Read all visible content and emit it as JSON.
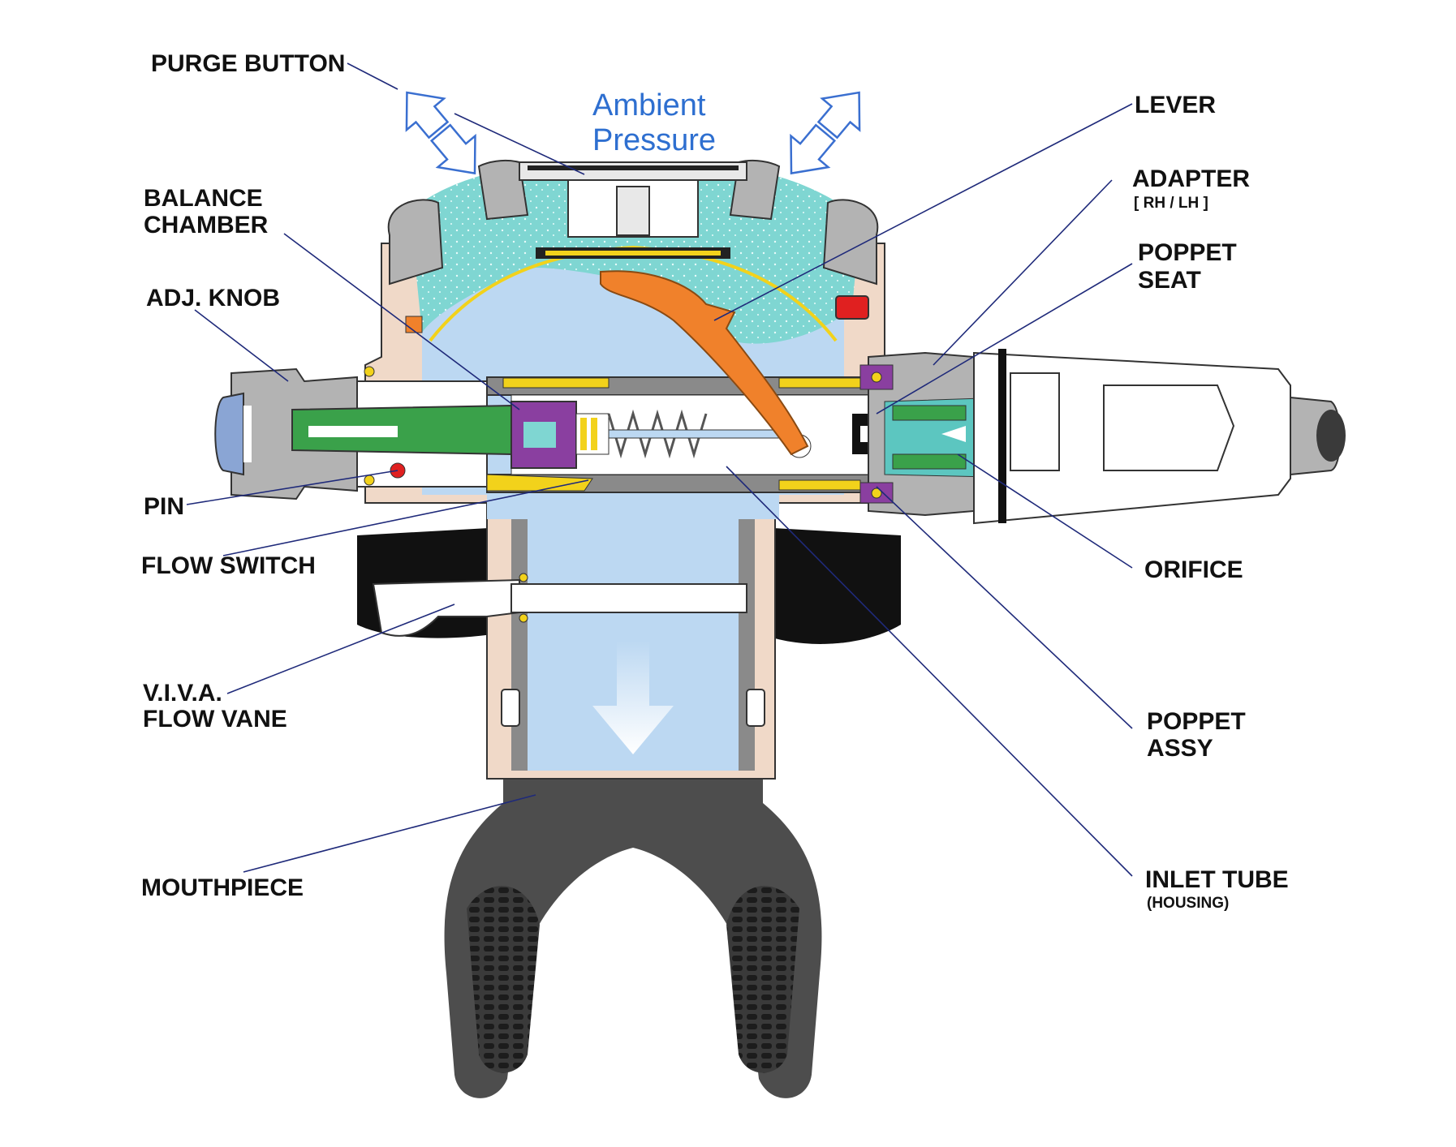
{
  "ambient": {
    "line1": "Ambient",
    "line2": "Pressure"
  },
  "labels": {
    "purge_button": "PURGE BUTTON",
    "balance_chamber_1": "BALANCE",
    "balance_chamber_2": "CHAMBER",
    "adj_knob": "ADJ. KNOB",
    "pin": "PIN",
    "flow_switch": "FLOW SWITCH",
    "viva_1": "V.I.V.A.",
    "viva_2": "FLOW VANE",
    "mouthpiece": "MOUTHPIECE",
    "lever": "LEVER",
    "adapter": "ADAPTER",
    "adapter_sub": "[ RH / LH ]",
    "poppet_seat_1": "POPPET",
    "poppet_seat_2": "SEAT",
    "orifice": "ORIFICE",
    "poppet_assy_1": "POPPET",
    "poppet_assy_2": "ASSY",
    "inlet_tube": "INLET TUBE",
    "inlet_tube_sub": "(HOUSING)"
  },
  "colors": {
    "air": "#bcd8f2",
    "water": "#7fd6d2",
    "body_gray": "#b3b3b3",
    "dark_gray": "#555555",
    "beige": "#f0d9c8",
    "lever_orange": "#f0812b",
    "green": "#3aa14a",
    "purple": "#8a3fa0",
    "yellow": "#f2d21b",
    "red": "#e02020",
    "label_line": "#1f2a7a",
    "ambient_blue": "#2e6fd0"
  }
}
